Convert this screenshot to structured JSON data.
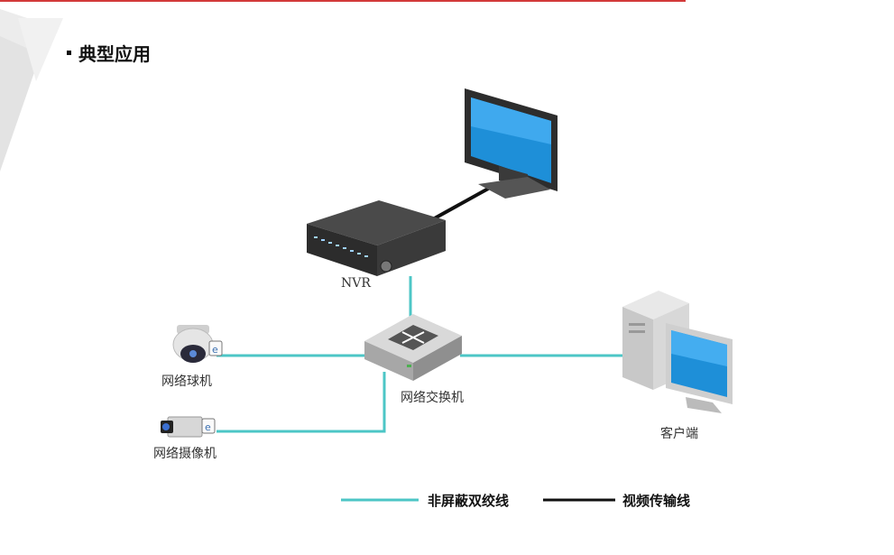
{
  "heading": {
    "text": "典型应用"
  },
  "nodes": {
    "nvr_label": "NVR",
    "switch_label": "网络交换机",
    "dome_camera_label": "网络球机",
    "box_camera_label": "网络摄像机",
    "client_label": "客户端"
  },
  "legend": {
    "utp_label": "非屏蔽双绞线",
    "video_label": "视频传输线"
  },
  "colors": {
    "network_cable": "#4cc6c6",
    "video_cable": "#111111",
    "accent_rule": "#d23a3a"
  }
}
